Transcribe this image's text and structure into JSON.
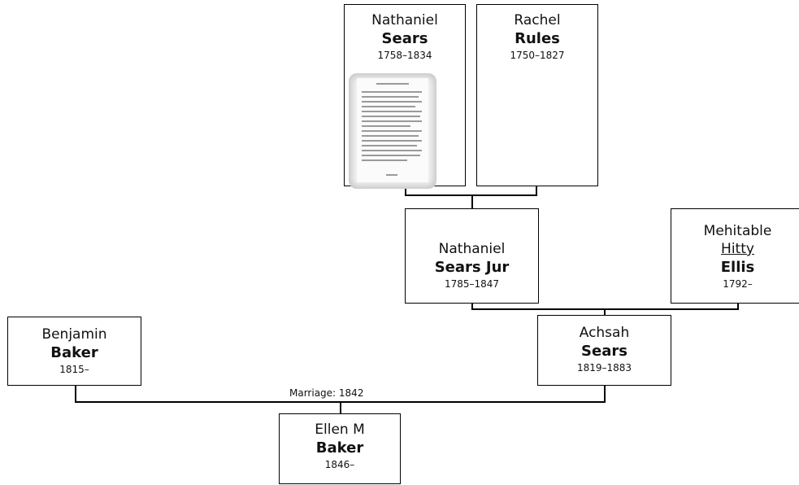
{
  "persons": {
    "nathaniel_sr": {
      "given": "Nathaniel",
      "surname": "Sears",
      "years": "1758–1834"
    },
    "rachel": {
      "given": "Rachel",
      "surname": "Rules",
      "years": "1750–1827"
    },
    "nathaniel_jr": {
      "given": "Nathaniel",
      "surname": "Sears Jur",
      "years": "1785–1847"
    },
    "mehitable": {
      "given": "Mehitable",
      "nickname": "Hitty",
      "surname": "Ellis",
      "years": "1792–"
    },
    "benjamin": {
      "given": "Benjamin",
      "surname": "Baker",
      "years": "1815–"
    },
    "achsah": {
      "given": "Achsah",
      "surname": "Sears",
      "years": "1819–1883"
    },
    "ellen": {
      "given": "Ellen M",
      "surname": "Baker",
      "years": "1846–"
    }
  },
  "marriage_label": "Marriage: 1842",
  "colors": {
    "box_border": "#000000",
    "background": "#ffffff",
    "connector": "#000000"
  }
}
